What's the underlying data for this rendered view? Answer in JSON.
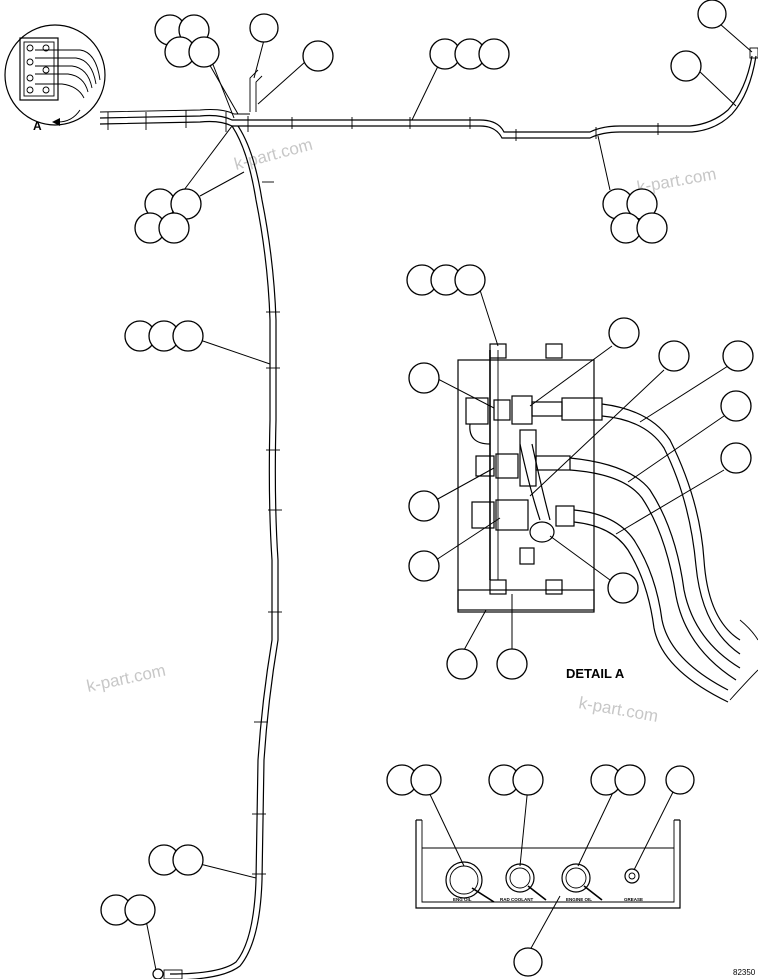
{
  "watermarks": [
    "k-part.com",
    "k-part.com",
    "k-part.com",
    "k-part.com"
  ],
  "detail_title": "DETAIL A",
  "view_label": "A",
  "panel_labels": [
    "ENG OIL",
    "RAD COOLANT",
    "ENGINE OIL",
    "GREASE"
  ],
  "figure_number": "82350"
}
